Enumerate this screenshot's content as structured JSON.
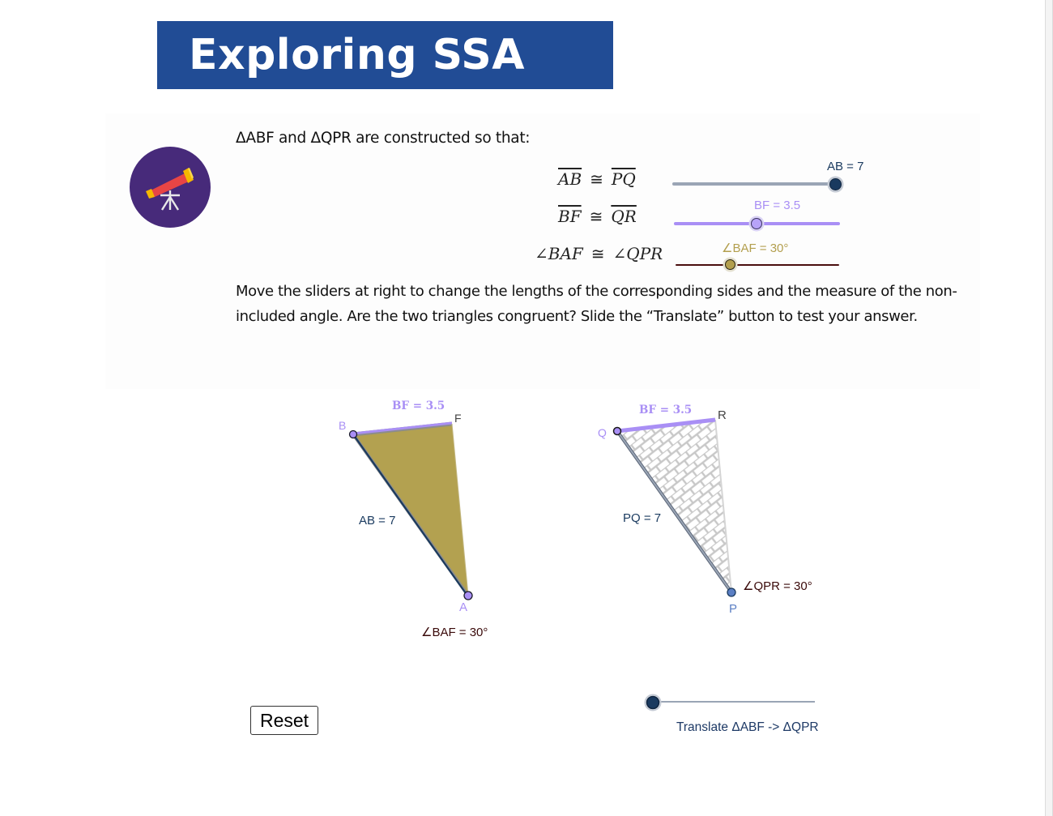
{
  "header": {
    "title": "Exploring SSA",
    "banner_color": "#214c95"
  },
  "badge": {
    "icon": "telescope-icon",
    "background": "#472a7a"
  },
  "intro": {
    "text": "ΔABF and ΔQPR are constructed so that:"
  },
  "congruences": [
    {
      "left": "AB",
      "right": "PQ",
      "symbol": "≅",
      "type": "segment"
    },
    {
      "left": "BF",
      "right": "QR",
      "symbol": "≅",
      "type": "segment"
    },
    {
      "left": "∠BAF",
      "right": "∠QPR",
      "symbol": "≅",
      "type": "angle"
    }
  ],
  "sliders": {
    "ab": {
      "label": "AB = 7",
      "value": 7,
      "color": "#1a3a5f",
      "track_color": "#9aa5b5"
    },
    "bf": {
      "label": "BF = 3.5",
      "value": 3.5,
      "color": "#a98ff5",
      "track_color": "#a98ff5"
    },
    "angle": {
      "label": "∠BAF = 30°",
      "value": 30,
      "color": "#b39f4e",
      "track_color": "#4a0e0e"
    },
    "translate": {
      "label": "Translate ΔABF -> ΔQPR",
      "value": 0,
      "color": "#1a3a5f",
      "track_color": "#9aa5b5"
    }
  },
  "instructions": {
    "text": "Move the sliders at right to change the lengths of the corresponding sides and the measure of the non-included angle.  Are the two triangles congruent? Slide the “Translate” button to test your answer."
  },
  "triangle_abf": {
    "vertices": {
      "A": "A",
      "B": "B",
      "F": "F"
    },
    "side_bf_label": "BF = 3.5",
    "side_ab_label": "AB = 7",
    "angle_label": "∠BAF = 30°",
    "fill_color": "#b3a150"
  },
  "triangle_qpr": {
    "vertices": {
      "Q": "Q",
      "P": "P",
      "R": "R"
    },
    "side_qr_label": "BF = 3.5",
    "side_pq_label": "PQ = 7",
    "angle_label": "∠QPR = 30°",
    "fill": "brick-hatch"
  },
  "controls": {
    "reset_label": "Reset"
  }
}
